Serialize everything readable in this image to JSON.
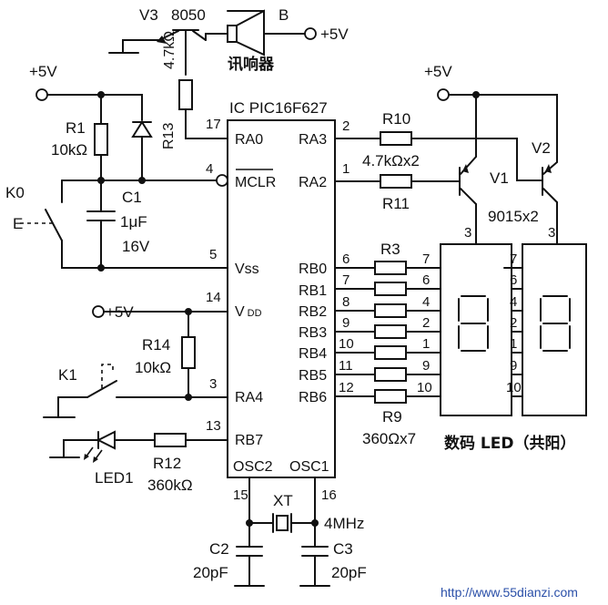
{
  "supply": {
    "vplus": "+5V"
  },
  "ic": {
    "name": "IC  PIC16F627",
    "left_pins": [
      {
        "num": "17",
        "name": "RA0"
      },
      {
        "num": "4",
        "name": "MCLR"
      },
      {
        "num": "5",
        "name": "Vss"
      },
      {
        "num": "14",
        "name": "V",
        "sub": "DD"
      },
      {
        "num": "3",
        "name": "RA4"
      },
      {
        "num": "13",
        "name": "RB7"
      }
    ],
    "right_pins": [
      {
        "num": "2",
        "name": "RA3"
      },
      {
        "num": "1",
        "name": "RA2"
      },
      {
        "num": "6",
        "name": "RB0"
      },
      {
        "num": "7",
        "name": "RB1"
      },
      {
        "num": "8",
        "name": "RB2"
      },
      {
        "num": "9",
        "name": "RB3"
      },
      {
        "num": "10",
        "name": "RB4"
      },
      {
        "num": "11",
        "name": "RB5"
      },
      {
        "num": "12",
        "name": "RB6"
      }
    ],
    "bottom_pins": [
      {
        "num": "15",
        "name": "OSC2"
      },
      {
        "num": "16",
        "name": "OSC1"
      }
    ]
  },
  "buzzer": {
    "transistor": "V3",
    "type": "8050",
    "ref": "B",
    "label": "讯响器",
    "r_ref": "R13",
    "r_val": "4.7kΩ"
  },
  "reset": {
    "r_ref": "R1",
    "r_val": "10kΩ",
    "c_ref": "C1",
    "c_val1": "1μF",
    "c_val2": "16V",
    "switch": "K0",
    "switch_mark": "E"
  },
  "key": {
    "switch": "K1",
    "r_ref": "R14",
    "r_val": "10kΩ"
  },
  "led": {
    "ref": "LED1",
    "r_ref": "R12",
    "r_val": "360kΩ"
  },
  "osc": {
    "xtal": "XT",
    "freq": "4MHz",
    "c2_ref": "C2",
    "c2_val": "20pF",
    "c3_ref": "C3",
    "c3_val": "20pF"
  },
  "drivers": {
    "r_top": "R10",
    "r_bot": "R11",
    "r_val": "4.7kΩx2",
    "t1": "V1",
    "t2": "V2",
    "t_type": "9015x2"
  },
  "segment": {
    "r_first": "R3",
    "r_last": "R9",
    "r_val": "360Ωx7",
    "led_pins": [
      "7",
      "6",
      "4",
      "2",
      "1",
      "9",
      "10"
    ],
    "common_pin": "3",
    "label": "数码 LED（共阳）"
  },
  "watermark": "http://www.55dianzi.com"
}
